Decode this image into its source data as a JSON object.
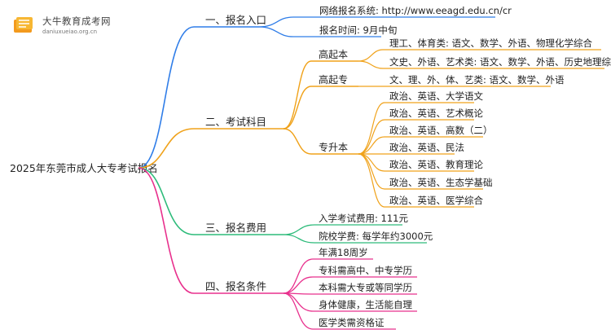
{
  "logo": {
    "name": "大牛教育成考网",
    "url": "daniuxueiao.org.cn",
    "icon": "book-logo-icon"
  },
  "colors": {
    "blue": "#2f7de8",
    "orange": "#f0a21a",
    "green": "#2dbb7a",
    "pink": "#e8308d"
  },
  "mindmap": {
    "root": "2025年东莞市成人大专考试报名",
    "branches": [
      {
        "label": "一、报名入口",
        "leaves": [
          "网络报名系统: http://www.eeagd.edu.cn/cr",
          "报名时间: 9月中旬"
        ]
      },
      {
        "label": "二、考试科目",
        "groups": [
          {
            "label": "高起本",
            "leaves": [
              "理工、体育类: 语文、数学、外语、物理化学综合",
              "文史、外语、艺术类: 语文、数学、外语、历史地理综合"
            ]
          },
          {
            "label": "高起专",
            "leaves": [
              "文、理、外、体、艺类: 语文、数学、外语"
            ]
          },
          {
            "label": "专升本",
            "leaves": [
              "政治、英语、大学语文",
              "政治、英语、艺术概论",
              "政治、英语、高数（二）",
              "政治、英语、民法",
              "政治、英语、教育理论",
              "政治、英语、生态学基础",
              "政治、英语、医学综合"
            ]
          }
        ]
      },
      {
        "label": "三、报名费用",
        "leaves": [
          "入学考试费用: 111元",
          "院校学费: 每学年约3000元"
        ]
      },
      {
        "label": "四、报名条件",
        "leaves": [
          "年满18周岁",
          "专科需高中、中专学历",
          "本科需大专或等同学历",
          "身体健康，生活能自理",
          "医学类需资格证"
        ]
      }
    ]
  }
}
